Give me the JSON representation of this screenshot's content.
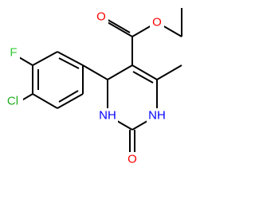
{
  "molecule": {
    "colors": {
      "bond": "#000000",
      "O": "#ff0000",
      "N": "#0000ff",
      "F": "#33cc33",
      "Cl": "#1fad1f"
    },
    "labels": {
      "F": "F",
      "Cl": "Cl",
      "O_carbonyl_ester": "O",
      "O_ether_ester": "O",
      "NH_left": "NH",
      "NH_right": "NH",
      "O_urea": "O"
    }
  }
}
